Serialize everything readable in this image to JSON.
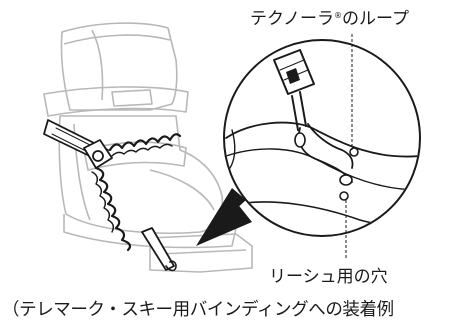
{
  "labels": {
    "top_main": "テクノーラ",
    "top_mark": "®",
    "top_tail": "のループ",
    "bottom": "リーシュ用の穴",
    "caption": "（テレマーク・スキー用バインディングへの装着例"
  },
  "colors": {
    "outline": "#b8b8b8",
    "ink": "#1a1a1a",
    "strap_fill": "#ffffff"
  }
}
